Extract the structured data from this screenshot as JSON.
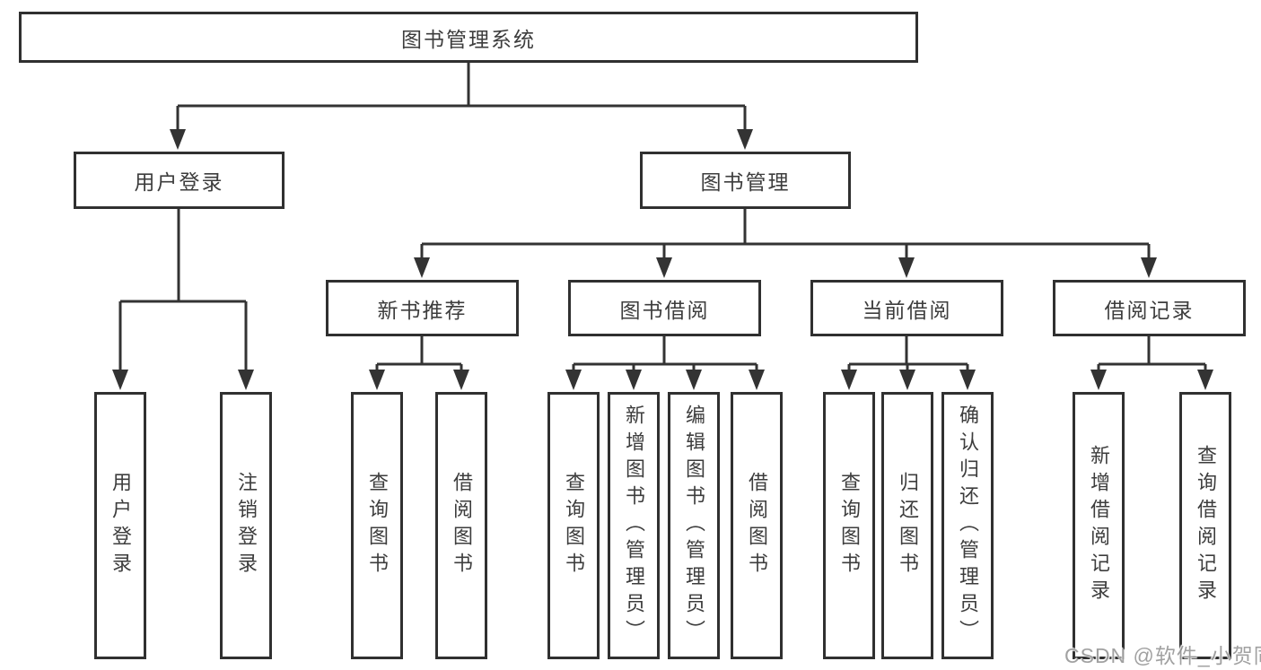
{
  "diagram": {
    "root_label": "图书管理系统",
    "level2": {
      "user_login": "用户登录",
      "book_management": "图书管理"
    },
    "level3": {
      "new_book_recommend": "新书推荐",
      "book_borrow": "图书借阅",
      "current_borrow": "当前借阅",
      "borrow_records": "借阅记录"
    },
    "leaves": [
      "用户登录",
      "注销登录",
      "查询图书",
      "借阅图书",
      "查询图书",
      "新增图书（管理员）",
      "编辑图书（管理员）",
      "借阅图书",
      "查询图书",
      "归还图书",
      "确认归还（管理员）",
      "新增借阅记录",
      "查询借阅记录"
    ],
    "watermark": "CSDN @软件_小贺同学",
    "colors": {
      "line": "#333333",
      "box_border": "#303030",
      "text": "#3d3d3d",
      "watermark": "#919191",
      "background": "#ffffff"
    }
  }
}
